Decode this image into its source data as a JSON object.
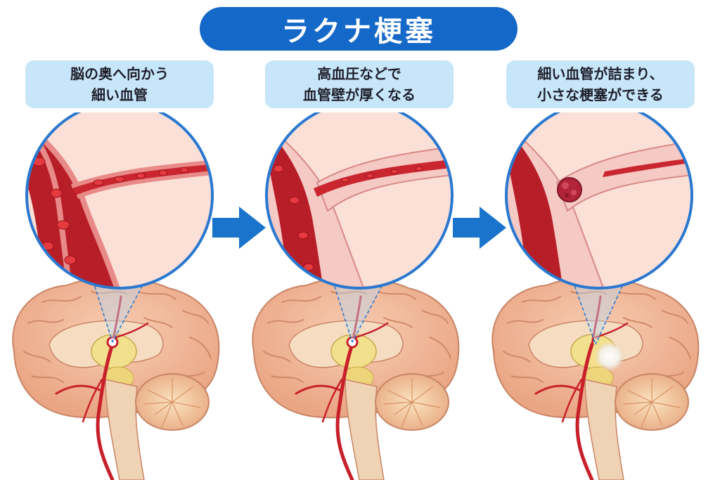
{
  "title": "ラクナ梗塞",
  "steps": [
    {
      "lines": [
        "脳の奥へ向かう",
        "細い血管"
      ]
    },
    {
      "lines": [
        "高血圧などで",
        "血管壁が厚くなる"
      ]
    },
    {
      "lines": [
        "細い血管が詰まり、",
        "小さな梗塞ができる"
      ]
    }
  ],
  "colors": {
    "title_bg": "#1468c8",
    "caption_bg": "#c7e6f9",
    "arrow": "#1a74cc",
    "circle_border": "#2a78d0",
    "artery": "#c8202a",
    "brain": "#f2b89a",
    "thickened_wall": "#f5c9c4",
    "infarct": "#b2243a"
  },
  "icons": [
    "right-arrow-icon",
    "magnifier-circle",
    "brain-illustration"
  ]
}
